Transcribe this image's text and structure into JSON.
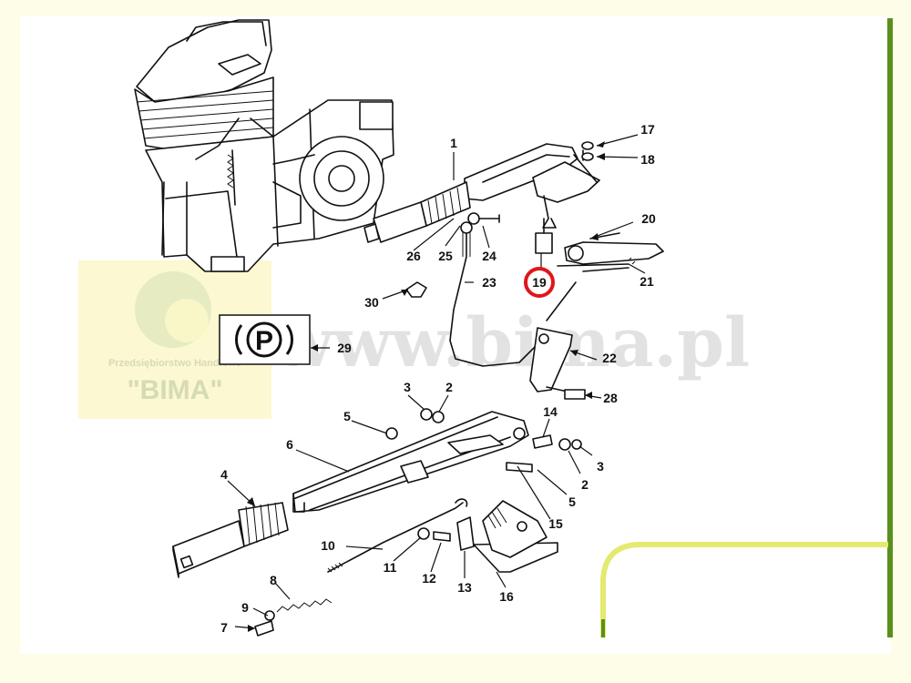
{
  "watermark": {
    "url": "www.bima.pl",
    "company_line": "Przedsiębiorstwo Handlowe",
    "company_name": "\"BIMA\""
  },
  "symbol": {
    "letter": "P"
  },
  "callouts": [
    "1",
    "2",
    "3",
    "4",
    "5",
    "6",
    "7",
    "8",
    "9",
    "10",
    "11",
    "12",
    "13",
    "14",
    "15",
    "16",
    "17",
    "18",
    "19",
    "20",
    "21",
    "22",
    "23",
    "24",
    "25",
    "26",
    "28",
    "29",
    "30"
  ],
  "repeat_callouts": [
    "2",
    "3",
    "5"
  ],
  "highlighted_part": "19",
  "colors": {
    "accent_bar": "#5a8f1c",
    "highlight_ring": "#e0161c",
    "corner_deco": "#d8e35a",
    "background": "#fdfde8"
  }
}
